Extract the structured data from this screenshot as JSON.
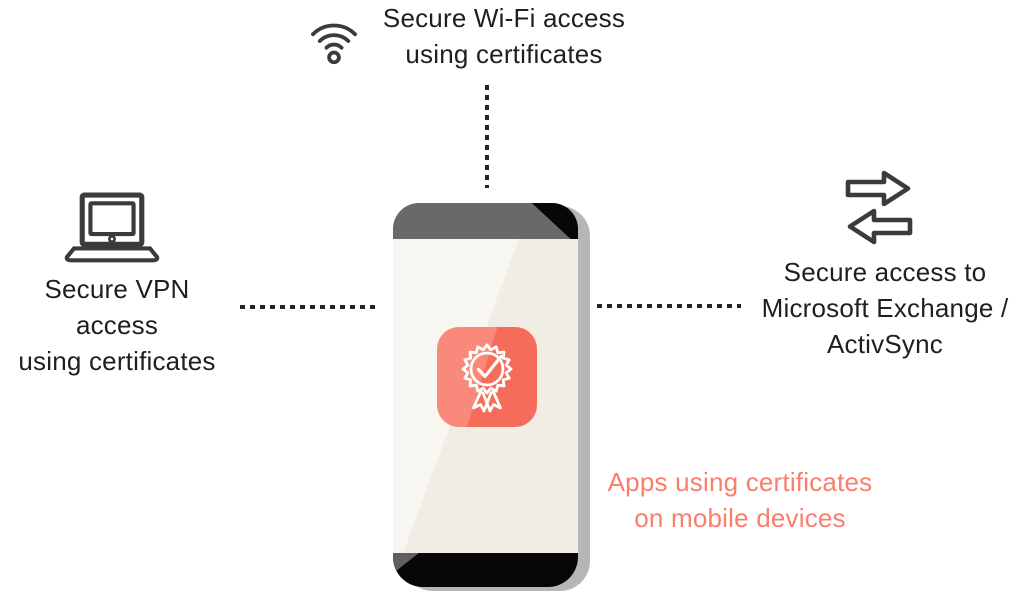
{
  "labels": {
    "wifi": {
      "lines": [
        "Secure Wi-Fi access",
        "using certificates"
      ]
    },
    "vpn": {
      "lines": [
        "Secure VPN access",
        "using certificates"
      ]
    },
    "exchange": {
      "lines": [
        "Secure access to",
        "Microsoft Exchange /",
        "ActivSync"
      ]
    },
    "apps": {
      "lines": [
        "Apps using certificates",
        "on mobile devices"
      ]
    }
  },
  "icons": {
    "wifi": "wifi-icon",
    "laptop": "laptop-icon",
    "sync_arrows": "sync-arrows-icon",
    "certificate_badge": "certificate-badge-icon"
  },
  "colors": {
    "accent_salmon": "#f7705f",
    "accent_salmon_light": "#f9897a",
    "apps_text": "#f87e6d",
    "text_dark": "#1f1f1f",
    "icon_stroke": "#3b3b3b",
    "phone_body": "#f1ede5",
    "phone_body_sheen": "#f8f6f1",
    "phone_bar_gray": "#696969",
    "phone_black": "#070707",
    "phone_shadow": "#b6b6b6",
    "dash_line": "#242424"
  }
}
